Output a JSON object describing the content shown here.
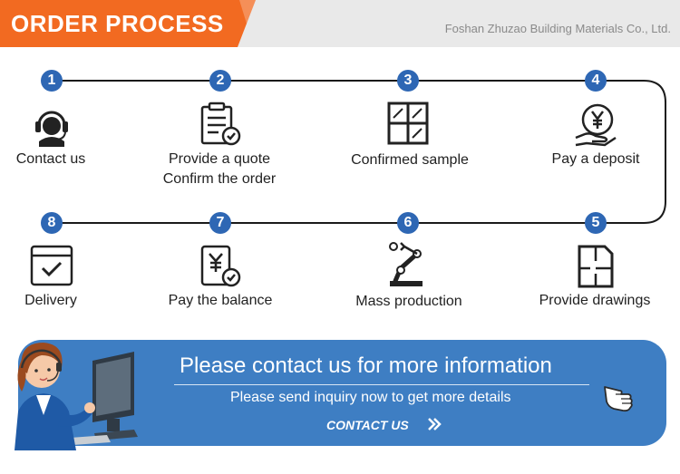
{
  "header": {
    "title": "ORDER PROCESS",
    "company": "Foshan Zhuzao Building Materials Co., Ltd.",
    "accent_color": "#f26a21"
  },
  "steps": [
    {
      "number": "1",
      "label": "Contact us",
      "icon": "headset-icon"
    },
    {
      "number": "2",
      "label": "Provide a quote",
      "label2": "Confirm the order",
      "icon": "clipboard-check-icon"
    },
    {
      "number": "3",
      "label": "Confirmed sample",
      "icon": "window-sample-icon"
    },
    {
      "number": "4",
      "label": "Pay a deposit",
      "icon": "yen-coin-hand-icon"
    },
    {
      "number": "5",
      "label": "Provide drawings",
      "icon": "floor-plan-icon"
    },
    {
      "number": "6",
      "label": "Mass production",
      "icon": "robot-arm-icon"
    },
    {
      "number": "7",
      "label": "Pay the balance",
      "icon": "yen-receipt-check-icon"
    },
    {
      "number": "8",
      "label": "Delivery",
      "icon": "delivery-check-icon"
    }
  ],
  "banner": {
    "title": "Please contact us for more information",
    "subtitle": "Please send inquiry now to get more details",
    "cta": "CONTACT US",
    "color": "#3e7ec3"
  },
  "colors": {
    "step_circle": "#2e67b4",
    "line": "#1a1a1a"
  }
}
